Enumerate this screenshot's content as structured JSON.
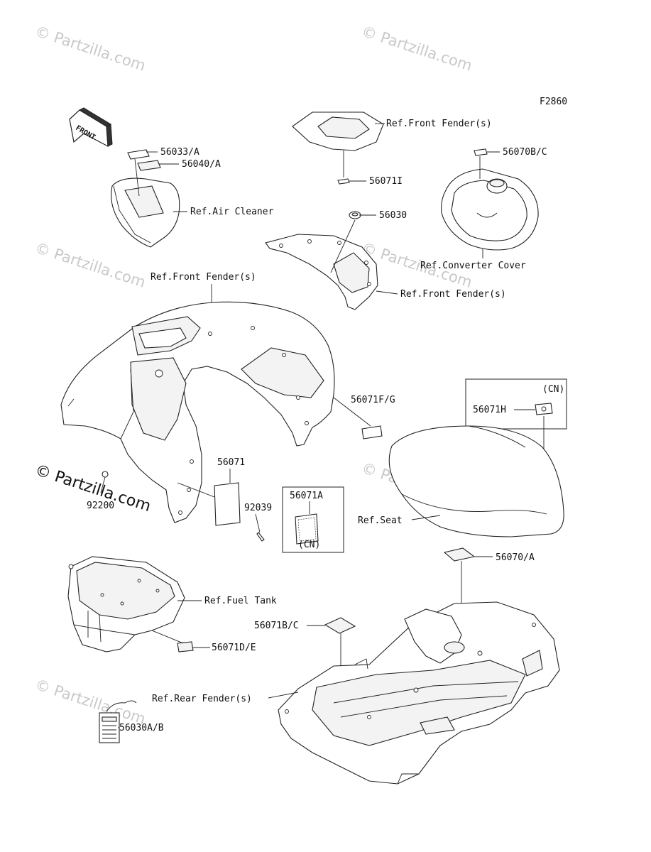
{
  "diagram_code": "F2860",
  "front_arrow": "FRONT",
  "watermarks": {
    "small": "© Partzilla.com",
    "big": "© Partzilla.com"
  },
  "labels": {
    "p56033a": "56033/A",
    "p56040a": "56040/A",
    "ref_air_cleaner": "Ref.Air Cleaner",
    "ref_front_fender_1": "Ref.Front Fender(s)",
    "p56071i": "56071I",
    "p56070bc": "56070B/C",
    "p56030": "56030",
    "ref_converter_cover": "Ref.Converter Cover",
    "ref_front_fender_2": "Ref.Front Fender(s)",
    "ref_front_fender_3": "Ref.Front Fender(s)",
    "p56071fg": "56071F/G",
    "cn_1": "(CN)",
    "p56071h": "56071H",
    "p56071": "56071",
    "p56071a": "56071A",
    "cn_2": "(CN)",
    "p92039": "92039",
    "p92200": "92200",
    "ref_seat": "Ref.Seat",
    "p56070a": "56070/A",
    "ref_fuel_tank": "Ref.Fuel Tank",
    "p56071bc": "56071B/C",
    "p56071de": "56071D/E",
    "ref_rear_fender": "Ref.Rear Fender(s)",
    "p56030ab": "56030A/B"
  }
}
